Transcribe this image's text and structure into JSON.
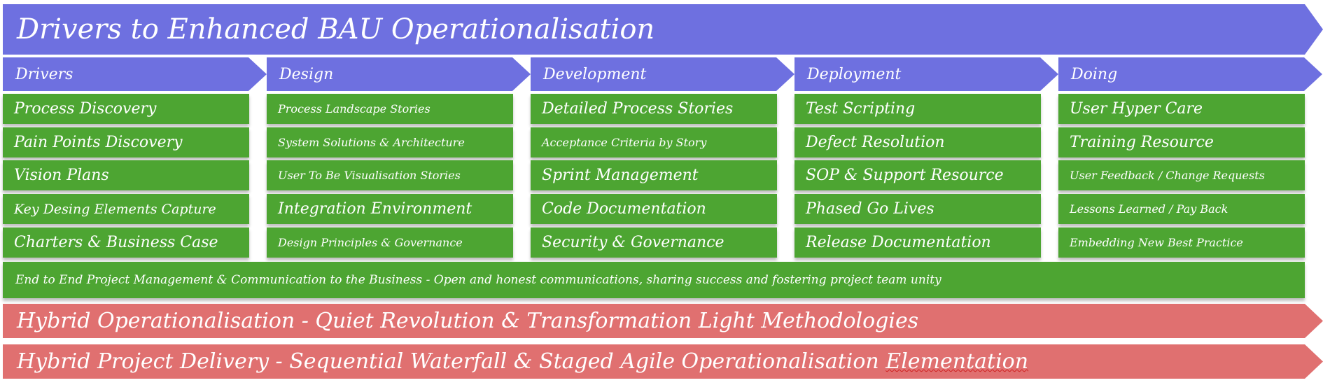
{
  "title": "Drivers to Enhanced BAU Operationalisation",
  "columns": [
    {
      "header": "Drivers",
      "items": [
        "Process Discovery",
        "Pain Points Discovery",
        "Vision Plans",
        "Key Desing Elements Capture",
        "Charters & Business Case"
      ]
    },
    {
      "header": "Design",
      "items": [
        "Process Landscape Stories",
        "System Solutions & Architecture",
        "User To Be Visualisation Stories",
        "Integration Environment",
        "Design Principles & Governance"
      ]
    },
    {
      "header": "Development",
      "items": [
        "Detailed Process Stories",
        "Acceptance Criteria by Story",
        "Sprint Management",
        "Code Documentation",
        "Security & Governance"
      ]
    },
    {
      "header": "Deployment",
      "items": [
        "Test Scripting",
        "Defect Resolution",
        "SOP & Support Resource",
        "Phased Go Lives",
        "Release Documentation"
      ]
    },
    {
      "header": "Doing",
      "items": [
        "User Hyper Care",
        "Training Resource",
        "User Feedback / Change Requests",
        "Lessons Learned / Pay Back",
        "Embedding New Best Practice"
      ]
    }
  ],
  "band": "End to End Project Management & Communication to the  Business - Open and honest communications, sharing success and fostering  project team unity",
  "bar1": "Hybrid Operationalisation  - Quiet Revolution & Transformation Light Methodologies",
  "bar2_prefix": "Hybrid Project Delivery - Sequential Waterfall & Staged Agile Operationalisation ",
  "bar2_last": "Elementation",
  "colors": {
    "purple": "#6E70E0",
    "green": "#4DA532",
    "red": "#E07070"
  }
}
